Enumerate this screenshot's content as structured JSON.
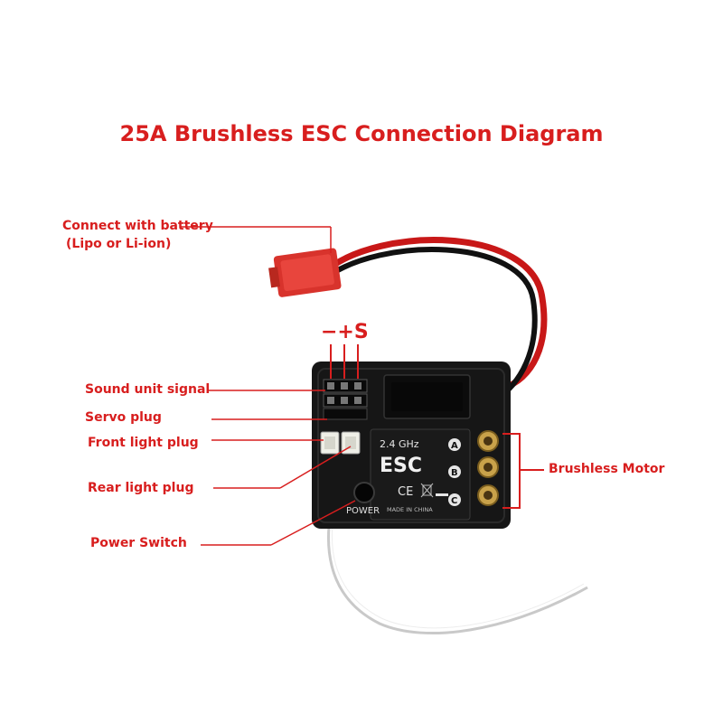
{
  "title": "25A Brushless ESC Connection Diagram",
  "labels": {
    "battery_line1": "Connect with battery",
    "battery_line2": "(Lipo or Li-ion)",
    "pin_symbols": "−+S",
    "sound": "Sound unit signal",
    "servo": "Servo plug",
    "front_light": "Front light plug",
    "rear_light": "Rear light plug",
    "power": "Power Switch",
    "motor": "Brushless Motor"
  },
  "device": {
    "freq": "2.4 GHz",
    "name": "ESC",
    "ce": "CE",
    "power_text": "POWER",
    "made_in": "MADE IN CHINA",
    "port_a": "A",
    "port_b": "B",
    "port_c": "C"
  },
  "colors": {
    "label_red": "#d81e1e",
    "board": "#161616",
    "connector": "#d8332c",
    "terminal": "#c9a24a"
  }
}
